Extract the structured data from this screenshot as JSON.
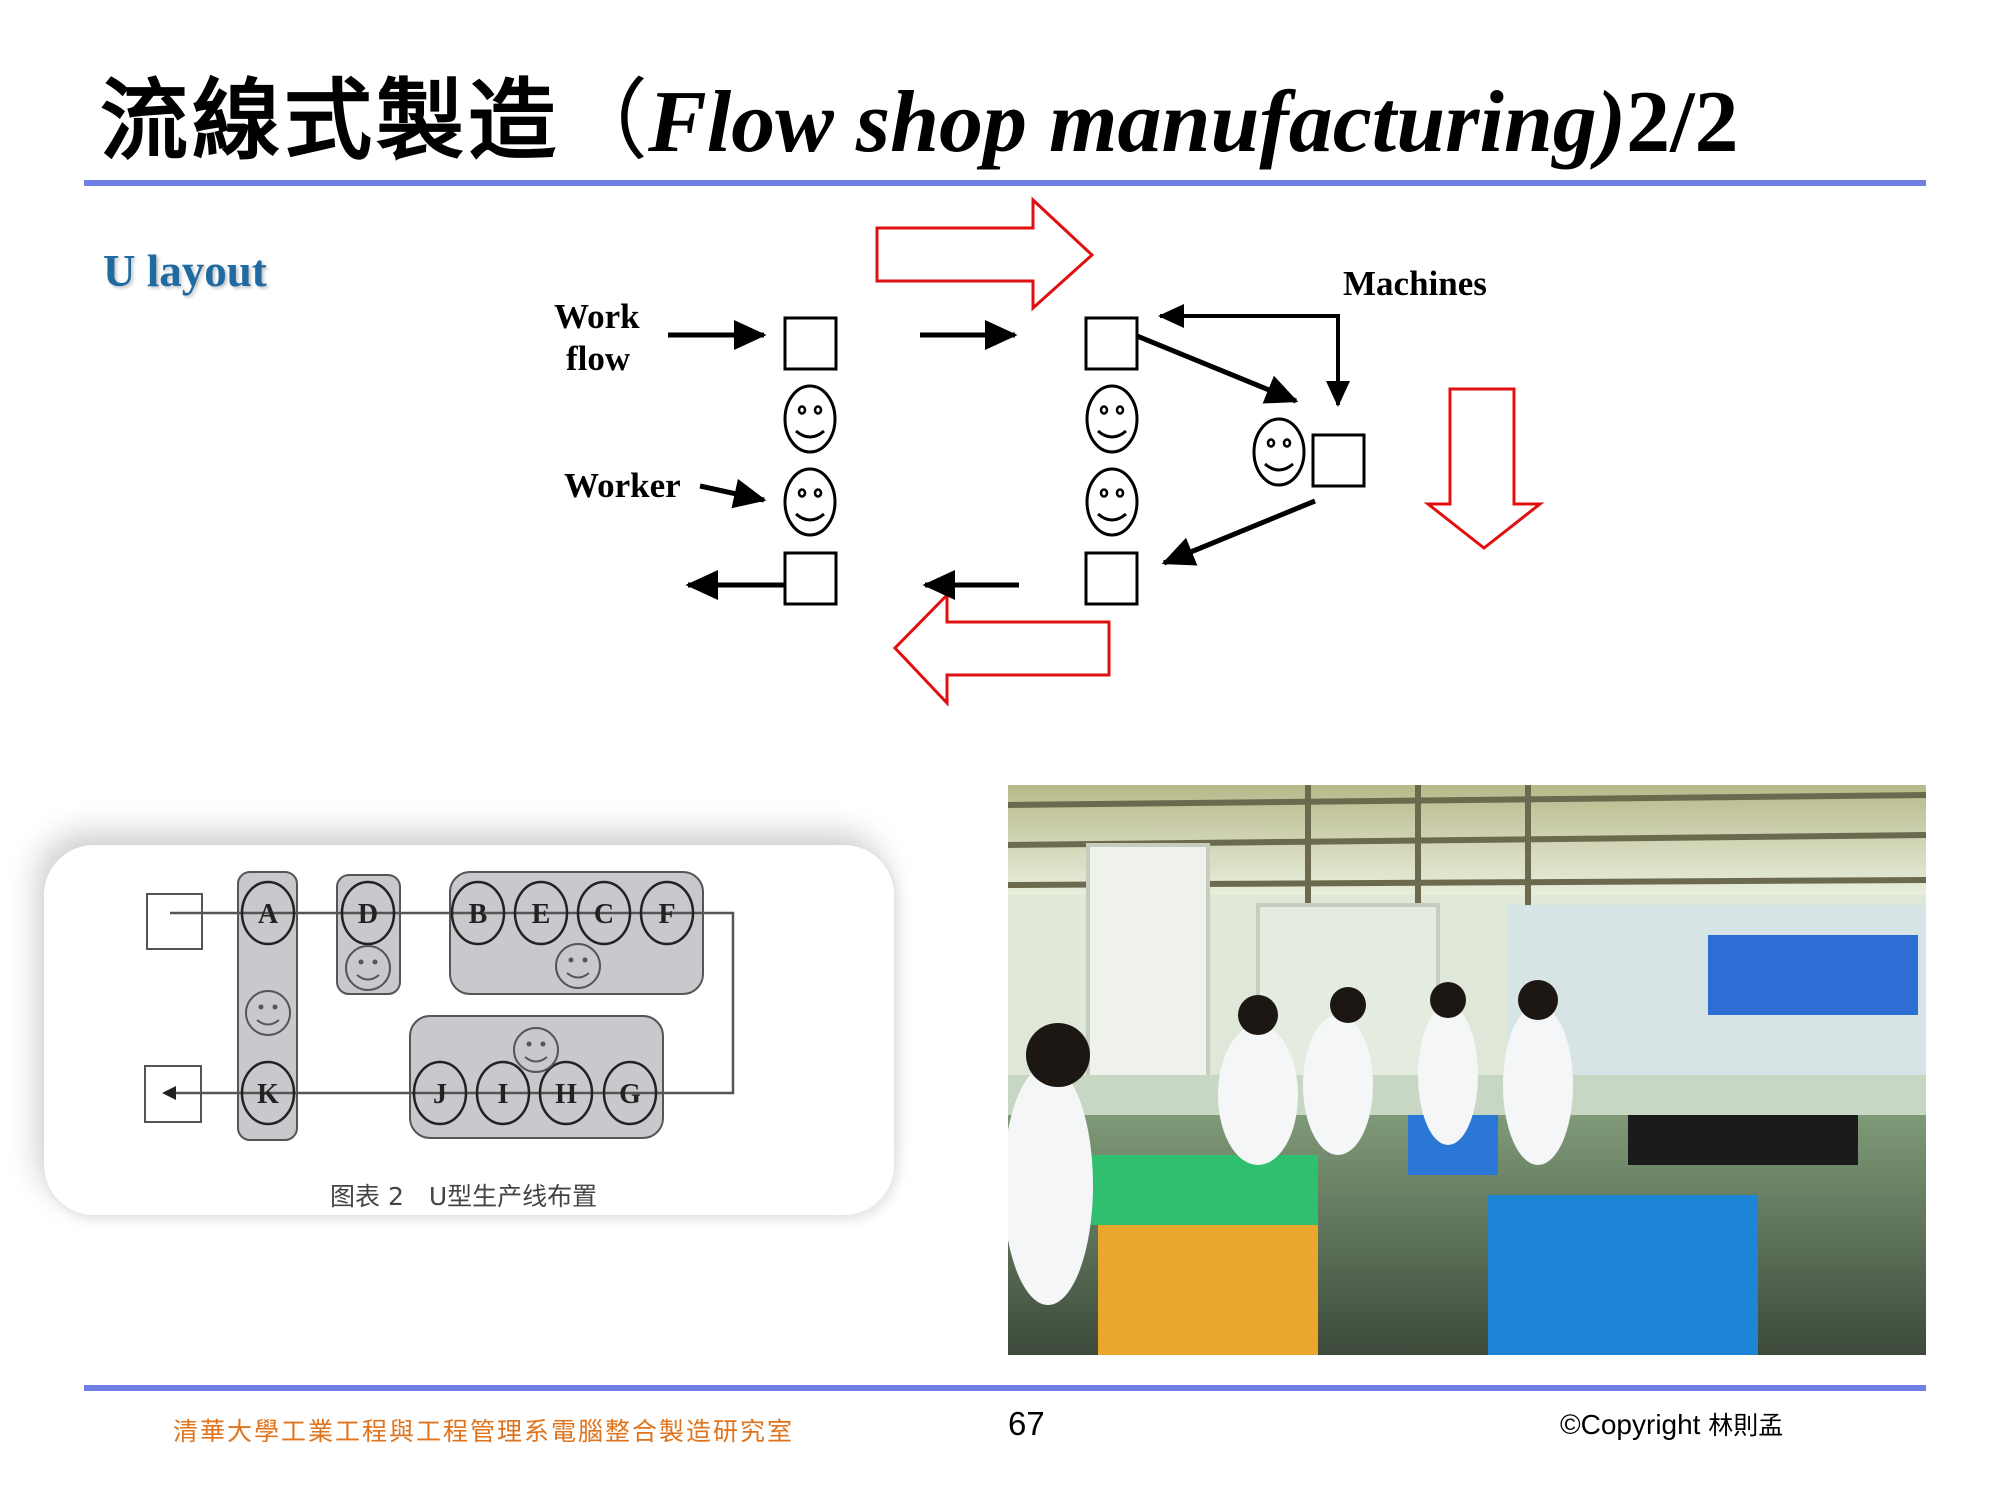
{
  "slide": {
    "title_cjk": "流線式製造",
    "title_open_paren": "（",
    "title_en": "Flow shop manufacturing)",
    "title_page_fraction": "2/2",
    "subtitle": "U layout"
  },
  "diagram": {
    "labels": {
      "work_flow_line1": "Work",
      "work_flow_line2": "flow",
      "worker": "Worker",
      "machines": "Machines"
    },
    "colors": {
      "flow_arrow_outline": "#e01010",
      "lines": "#000000"
    },
    "elements": {
      "machines_count": 5,
      "workers_count": 5,
      "big_flow_arrows": [
        "right",
        "down",
        "left"
      ]
    }
  },
  "u_line_figure": {
    "caption": "图表 2　U型生产线布置",
    "stations_top": [
      "A",
      "D",
      "B",
      "E",
      "C",
      "F"
    ],
    "stations_bottom": [
      "K",
      "J",
      "I",
      "H",
      "G"
    ],
    "groups": [
      {
        "stations": [
          "A",
          "K"
        ],
        "workers": 1
      },
      {
        "stations": [
          "D"
        ],
        "workers": 1
      },
      {
        "stations": [
          "B",
          "E",
          "C",
          "F"
        ],
        "workers": 1
      },
      {
        "stations": [
          "J",
          "I",
          "H",
          "G"
        ],
        "workers": 1
      }
    ],
    "group_fill": "#c7c9cd"
  },
  "photo": {
    "description": "Factory U-shaped production line with workers in white uniforms at workbenches, blue bins"
  },
  "footer": {
    "organization": "清華大學工業工程與工程管理系電腦整合製造研究室",
    "page_number": "67",
    "copyright_prefix": "©Copyright",
    "copyright_name": "林則孟",
    "org_color": "#e0731b"
  },
  "theme": {
    "rule_color": "#6f7fe4",
    "subtitle_color": "#1f6aa0"
  }
}
